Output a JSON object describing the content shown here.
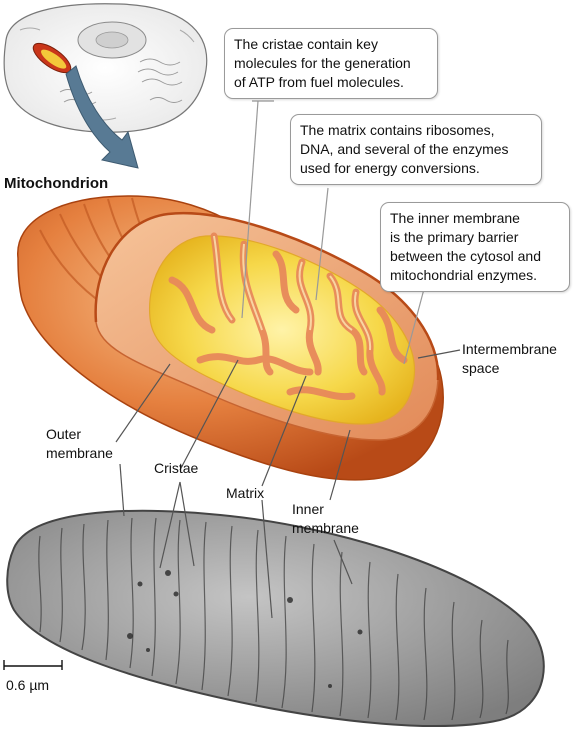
{
  "title": "Mitochondrion",
  "callouts": {
    "cristae": [
      "The cristae contain key",
      "molecules for the generation",
      "of ATP from fuel molecules."
    ],
    "matrix": [
      "The matrix contains ribosomes,",
      "DNA, and several of the enzymes",
      "used for energy conversions."
    ],
    "inner_membrane": [
      "The inner membrane",
      "is the primary barrier",
      "between the cytosol and",
      "mitochondrial enzymes."
    ]
  },
  "labels": {
    "intermembrane_space": [
      "Intermembrane",
      "space"
    ],
    "outer_membrane": [
      "Outer",
      "membrane"
    ],
    "cristae": "Cristae",
    "matrix": "Matrix",
    "inner_membrane": [
      "Inner",
      "membrane"
    ]
  },
  "scale_bar": "0.6 µm",
  "colors": {
    "outer_membrane": "#d9652a",
    "intermembrane": "#f3b27f",
    "matrix": "#f5d23c",
    "arrow": "#4f6f8a",
    "micrograph": "#9a9a9a"
  }
}
